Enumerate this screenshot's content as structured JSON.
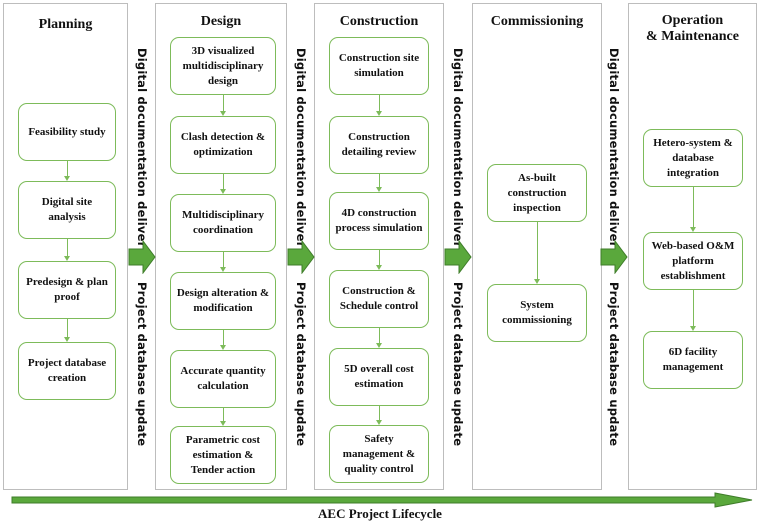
{
  "phases": [
    {
      "title": "Planning",
      "nodes": [
        "Feasibility study",
        "Digital site analysis",
        "Predesign & plan proof",
        "Project database creation"
      ]
    },
    {
      "title": "Design",
      "nodes": [
        "3D visualized multidisciplinary design",
        "Clash detection & optimization",
        "Multidisciplinary coordination",
        "Design alteration & modification",
        "Accurate quantity calculation",
        "Parametric cost estimation & Tender action"
      ]
    },
    {
      "title": "Construction",
      "nodes": [
        "Construction site simulation",
        "Construction detailing review",
        "4D construction process simulation",
        "Construction & Schedule control",
        "5D overall cost estimation",
        "Safety management & quality control"
      ]
    },
    {
      "title": "Commissioning",
      "nodes": [
        "As-built construction inspection",
        "System commissioning"
      ]
    },
    {
      "title": "Operation\n& Maintenance",
      "title_line1": "Operation",
      "title_line2": "& Maintenance",
      "nodes": [
        "Hetero-system & database integration",
        "Web-based O&M platform establishment",
        "6D facility management"
      ]
    }
  ],
  "separator": {
    "top_label": "Digital documentation delivery",
    "bottom_label": "Project database update"
  },
  "lifecycle_label": "AEC Project Lifecycle",
  "colors": {
    "node_border": "#7dbb5a",
    "arrow_fill": "#5aa83c",
    "arrow_stroke": "#3f7d2a",
    "phase_border": "#bdbdbd"
  }
}
